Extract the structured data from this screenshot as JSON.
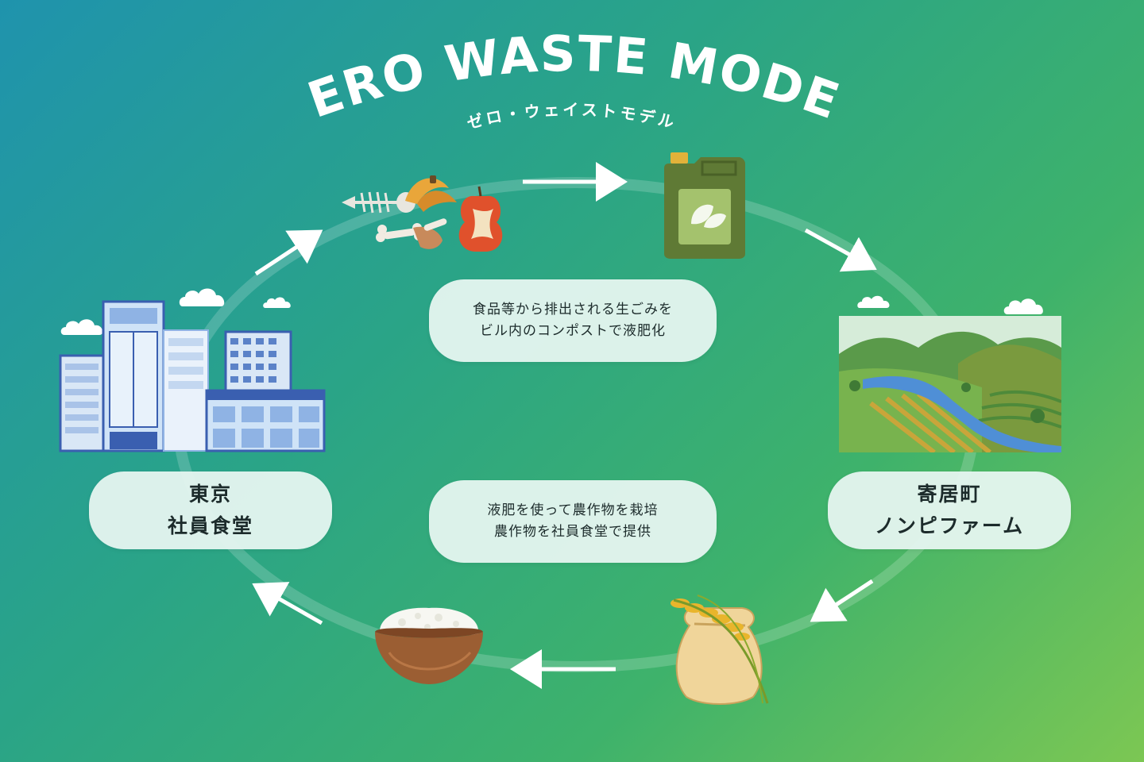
{
  "title": {
    "main": "ZERO WASTE MODEL",
    "sub": "ゼロ・ウェイストモデル"
  },
  "steps": {
    "compost": {
      "lines": [
        "食品等から排出される生ごみを",
        "ビル内のコンポストで液肥化"
      ]
    },
    "farming": {
      "lines": [
        "液肥を使って農作物を栽培",
        "農作物を社員食堂で提供"
      ]
    }
  },
  "places": {
    "tokyo": {
      "lines": [
        "東京",
        "社員食堂"
      ]
    },
    "yorii": {
      "lines": [
        "寄居町",
        "ノンピファーム"
      ]
    }
  },
  "icons": [
    "food-waste-icon",
    "liquid-fertilizer-tank-icon",
    "farmland-icon",
    "rice-sack-icon",
    "rice-bowl-icon",
    "office-buildings-icon",
    "leaf-icon",
    "cloud-icon",
    "arrow-icon"
  ],
  "colors": {
    "background_start": "#1f93ad",
    "background_end": "#7cc753",
    "pill": "#e6f6f0",
    "tank": "#5f7a35"
  }
}
